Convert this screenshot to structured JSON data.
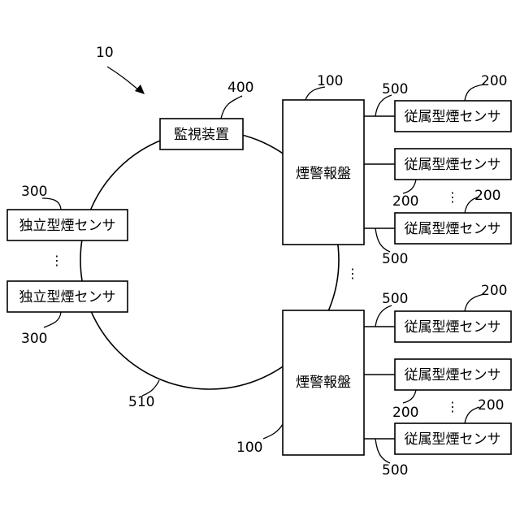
{
  "figure_ref": "10",
  "monitor": {
    "label": "監視装置",
    "ref": "400"
  },
  "loop_ref": "510",
  "panels": [
    {
      "label": "煙警報盤",
      "ref": "100"
    },
    {
      "label": "煙警報盤",
      "ref": "100"
    }
  ],
  "independent_sensors": [
    {
      "label": "独立型煙センサ",
      "ref": "300"
    },
    {
      "label": "独立型煙センサ",
      "ref": "300"
    }
  ],
  "slave_sensor_label": "従属型煙センサ",
  "slave_sensor_ref": "200",
  "connection_ref": "500",
  "ellipsis": "⋮"
}
